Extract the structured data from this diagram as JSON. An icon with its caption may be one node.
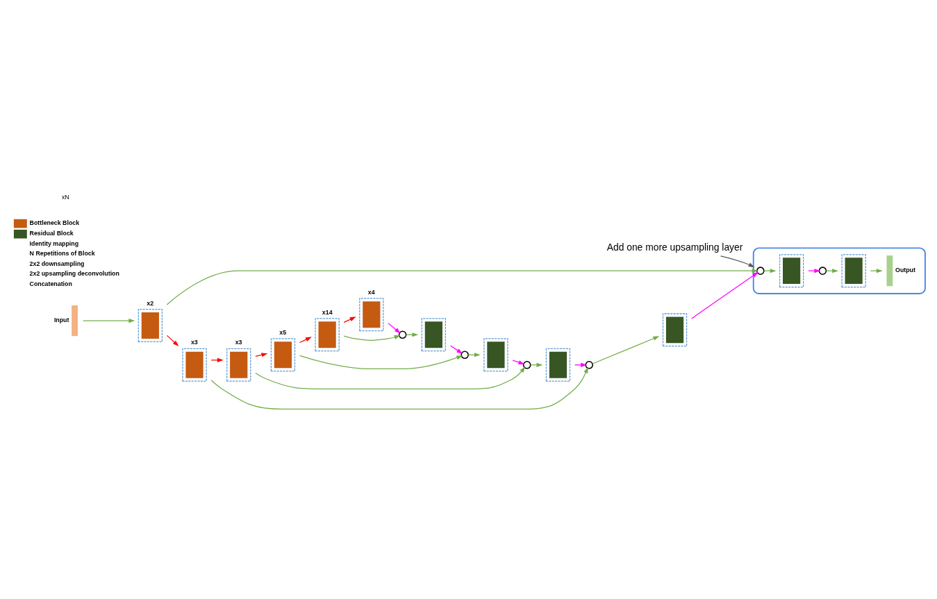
{
  "diagram": {
    "nodes": [
      {
        "text": [
          "Add one more upsampling layer"
        ]
      },
      {
        "text": [],
        "shape": "box"
      },
      {
        "text": [
          "Input"
        ]
      },
      {
        "text": [],
        "shape": "bar",
        "beside": [
          "x2"
        ]
      },
      {
        "text": [],
        "shape": "bar",
        "beside": [
          "x3"
        ]
      },
      {
        "text": [],
        "shape": "bar",
        "beside": [
          "x3"
        ]
      },
      {
        "text": [],
        "shape": "bar",
        "beside": [
          "x5"
        ]
      },
      {
        "text": [],
        "shape": "bar",
        "beside": [
          "x14"
        ]
      },
      {
        "text": [],
        "shape": "bar",
        "beside": [
          "x4"
        ]
      },
      {
        "text": [],
        "shape": "circle"
      },
      {
        "text": [],
        "shape": "bar"
      },
      {
        "text": [],
        "shape": "circle"
      },
      {
        "text": [],
        "shape": "bar"
      },
      {
        "text": [],
        "shape": "circle"
      },
      {
        "text": [],
        "shape": "bar"
      },
      {
        "text": [],
        "shape": "circle"
      },
      {
        "text": [],
        "shape": "bar"
      },
      {
        "text": [],
        "shape": "circle",
        "in": 1
      },
      {
        "text": [],
        "shape": "bar",
        "in": 1
      },
      {
        "text": [],
        "shape": "circle",
        "in": 1
      },
      {
        "text": [],
        "shape": "bar",
        "in": 1
      },
      {
        "text": [
          "Output"
        ],
        "in": 1
      }
    ],
    "edges": [
      {
        "from": 0,
        "to": 1,
        "arrow": "to",
        "color": "#595959"
      },
      {
        "from": 2,
        "to": 3,
        "arrow": "to"
      },
      {
        "from": 3,
        "to": 4,
        "arrow": "to",
        "color": "#ff0000"
      },
      {
        "from": 4,
        "to": 5,
        "arrow": "to",
        "color": "#ff0000"
      },
      {
        "from": 5,
        "to": 6,
        "arrow": "to",
        "color": "#ff0000"
      },
      {
        "from": 6,
        "to": 7,
        "arrow": "to",
        "color": "#ff0000"
      },
      {
        "from": 7,
        "to": 8,
        "arrow": "to",
        "color": "#ff0000"
      },
      {
        "from": 3,
        "to": 17,
        "arrow": "to"
      },
      {
        "from": 4,
        "to": 15,
        "arrow": "to"
      },
      {
        "from": 5,
        "to": 13,
        "arrow": "to"
      },
      {
        "from": 6,
        "to": 11,
        "arrow": "to"
      },
      {
        "from": 7,
        "to": 9,
        "arrow": "to"
      },
      {
        "from": 8,
        "to": 9,
        "arrow": "to",
        "color": "#ff00ff"
      },
      {
        "from": 9,
        "to": 10,
        "arrow": "to"
      },
      {
        "from": 10,
        "to": 11,
        "arrow": "to",
        "color": "#ff00ff"
      },
      {
        "from": 11,
        "to": 12,
        "arrow": "to"
      },
      {
        "from": 12,
        "to": 13,
        "arrow": "to",
        "color": "#ff00ff"
      },
      {
        "from": 13,
        "to": 14,
        "arrow": "to"
      },
      {
        "from": 14,
        "to": 15,
        "arrow": "to",
        "color": "#ff00ff"
      },
      {
        "from": 15,
        "to": 16,
        "arrow": "to"
      },
      {
        "from": 16,
        "to": 17,
        "arrow": "to",
        "color": "#ff00ff"
      },
      {
        "from": 17,
        "to": 18,
        "arrow": "to"
      },
      {
        "from": 18,
        "to": 19,
        "arrow": "to",
        "color": "#ff00ff"
      },
      {
        "from": 19,
        "to": 20,
        "arrow": "to"
      },
      {
        "from": 20,
        "to": 21,
        "arrow": "to"
      }
    ],
    "labels": [
      "xN"
    ],
    "legend": [
      {
        "text": "Bottleneck Block",
        "color": "#c55a11"
      },
      {
        "text": "Residual Block",
        "color": "#375623"
      },
      {
        "text": "Identity mapping"
      },
      {
        "text": "N Repetitions of Block"
      },
      {
        "text": "2x2 downsampling"
      },
      {
        "text": "2x2 upsampling deconvolution"
      },
      {
        "text": "Concatenation"
      }
    ]
  }
}
